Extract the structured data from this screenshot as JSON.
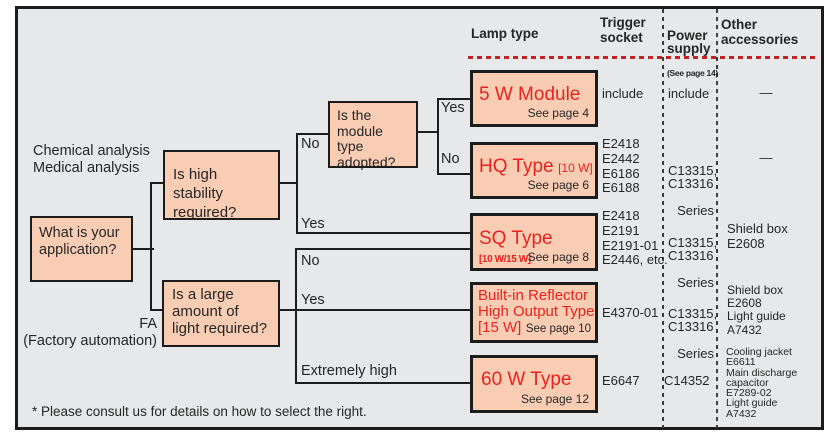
{
  "header": {
    "lamp_type": "Lamp type",
    "trigger_socket": "Trigger\nsocket",
    "power_supply": "Power\nsupply",
    "power_supply_note": "(See page 14)",
    "other_accessories": "Other\naccessories"
  },
  "tree": {
    "application_question": "What is your\napplication?",
    "stability_question": "Is high stability\nrequired?",
    "module_question": "Is the\nmodule type\nadopted?",
    "light_question": "Is a large\namount of\nlight required?",
    "chemical_label": "Chemical analysis\nMedical analysis",
    "fa_label": "FA\n(Factory automation)",
    "labels": {
      "stability_no": "No",
      "stability_yes": "Yes",
      "module_yes": "Yes",
      "module_no": "No",
      "light_no": "No",
      "light_yes": "Yes",
      "light_extremely_high": "Extremely high"
    }
  },
  "lamps": [
    {
      "name": "5 W Module",
      "bracket": "",
      "see_page": "See page 4",
      "trigger_socket": "include",
      "power_supply": "include",
      "power_supply_series": "",
      "other_accessories": "—"
    },
    {
      "name": "HQ Type",
      "bracket": "[10 W]",
      "see_page": "See page 6",
      "trigger_socket": "E2418\nE2442\nE6186\nE6188",
      "power_supply": "C13315,\nC13316",
      "power_supply_series": "Series",
      "other_accessories": "—"
    },
    {
      "name": "SQ Type",
      "bracket": "[10 W/15 W]",
      "see_page": "See page 8",
      "trigger_socket": "E2418\nE2191\nE2191-01\nE2446, etc.",
      "power_supply": "C13315,\nC13316",
      "power_supply_series": "Series",
      "other_accessories": "Shield box\nE2608"
    },
    {
      "name": "Built-in Reflector\nHigh Output Type",
      "bracket": "[15 W]",
      "see_page": "See page 10",
      "trigger_socket": "E4370-01",
      "power_supply": "C13315,\nC13316",
      "power_supply_series": "Series",
      "other_accessories": "Shield box\nE2608\nLight guide\nA7432"
    },
    {
      "name": "60 W Type",
      "bracket": "",
      "see_page": "See page 12",
      "trigger_socket": "E6647",
      "power_supply": "C14352",
      "power_supply_series": "",
      "other_accessories": "Cooling jacket\nE6611\nMain discharge\ncapacitor\nE7289-02\nLight guide\nA7432"
    }
  ],
  "footnote": "* Please consult us for details on how to select the right.",
  "colors": {
    "box_fill": "#f8cdb4",
    "accent_red": "#e8231f",
    "divider_red": "#c42127",
    "line_black": "#1c1c1c",
    "background_gray": "#e7e8e9"
  }
}
